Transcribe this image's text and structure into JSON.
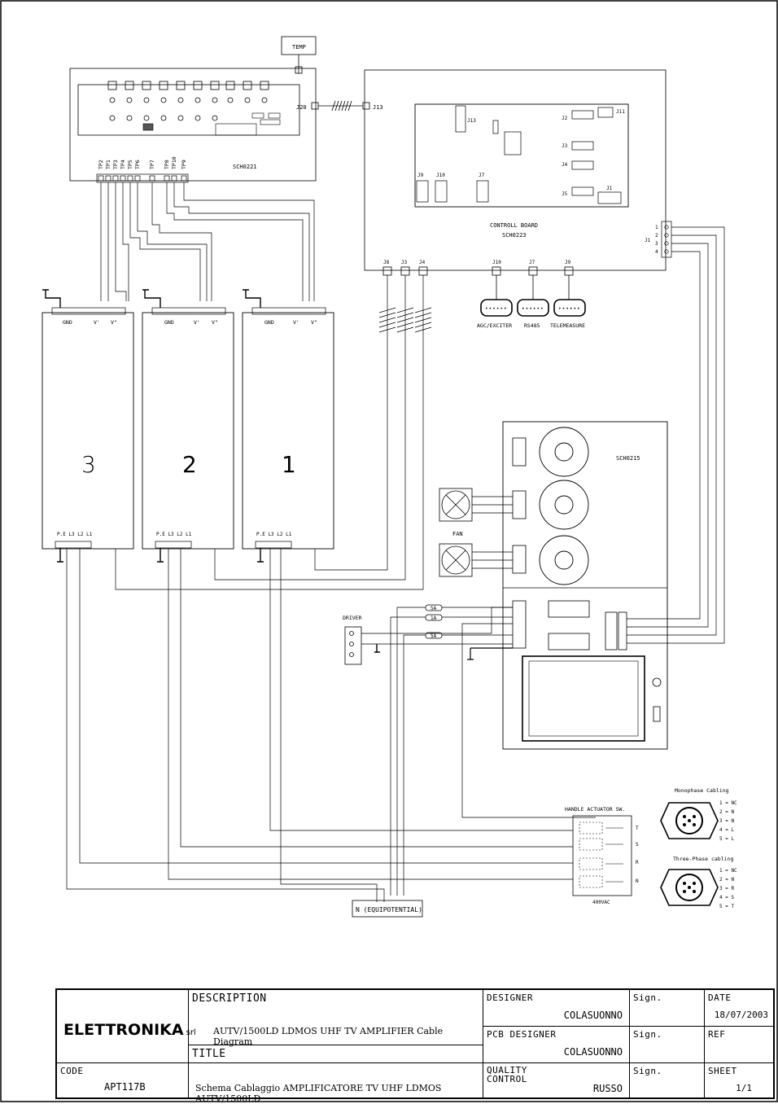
{
  "schematic": {
    "temp_label": "TEMP",
    "sch0221": "SCH0221",
    "j20": "J20",
    "j13": "J13",
    "board_name": "CONTROLL BOARD",
    "board_code": "SCH0223",
    "j1": "J1",
    "j1_pins": [
      "1",
      "2",
      "3",
      "4"
    ],
    "bottom_connectors": [
      "J8",
      "J3",
      "J4",
      "J10",
      "J7",
      "J9"
    ],
    "port_labels": [
      "AGC/EXCITER",
      "RS485",
      "TELEMEASURE"
    ],
    "tp_labels": [
      "TP2",
      "TP1",
      "TP3",
      "TP4",
      "TP5",
      "TP6",
      "TP7",
      "TP8",
      "TP10",
      "TP9"
    ],
    "psu_numbers": [
      "3",
      "2",
      "1"
    ],
    "psu_top_labels": [
      "GND",
      "V'",
      "V\""
    ],
    "psu_bottom_labels": "P.E  L3  L2  L1",
    "sch0215": "SCH0215",
    "fan_label": "FAN",
    "driver_label": "DRIVER",
    "fuses": [
      "5A",
      "1A",
      "5A"
    ],
    "handle_label": "HANDLE ACTUATOR SW.",
    "handle_phases": [
      "T",
      "S",
      "R",
      "N"
    ],
    "vac_label": "400VAC",
    "equipotential": "N (EQUIPOTENTIAL)",
    "monophase": {
      "title": "Monophase Cabling",
      "pins": [
        "1 = NC",
        "2 = N",
        "3 = N",
        "4 = L",
        "5 = L"
      ]
    },
    "threephase": {
      "title": "Three-Phase cabling",
      "pins": [
        "1 = NC",
        "2 = N",
        "3 = R",
        "4 = S",
        "5 = T"
      ]
    }
  },
  "title_block": {
    "logo": "ELETTRONIKA",
    "logo_suffix": "srl",
    "description_label": "DESCRIPTION",
    "description": "AUTV/1500LD LDMOS UHF TV AMPLIFIER Cable Diagram",
    "title_label": "TITLE",
    "title": "Schema Cablaggio AMPLIFICATORE TV UHF LDMOS AUTV/1500LD",
    "code_label": "CODE",
    "code": "APT117B",
    "designer_label": "DESIGNER",
    "designer": "COLASUONNO",
    "pcb_designer_label": "PCB DESIGNER",
    "pcb_designer": "COLASUONNO",
    "quality_label": "QUALITY CONTROL",
    "quality": "RUSSO",
    "sign_label": "Sign.",
    "date_label": "DATE",
    "date": "18/07/2003",
    "ref_label": "REF",
    "sheet_label": "SHEET",
    "sheet": "1/1"
  }
}
